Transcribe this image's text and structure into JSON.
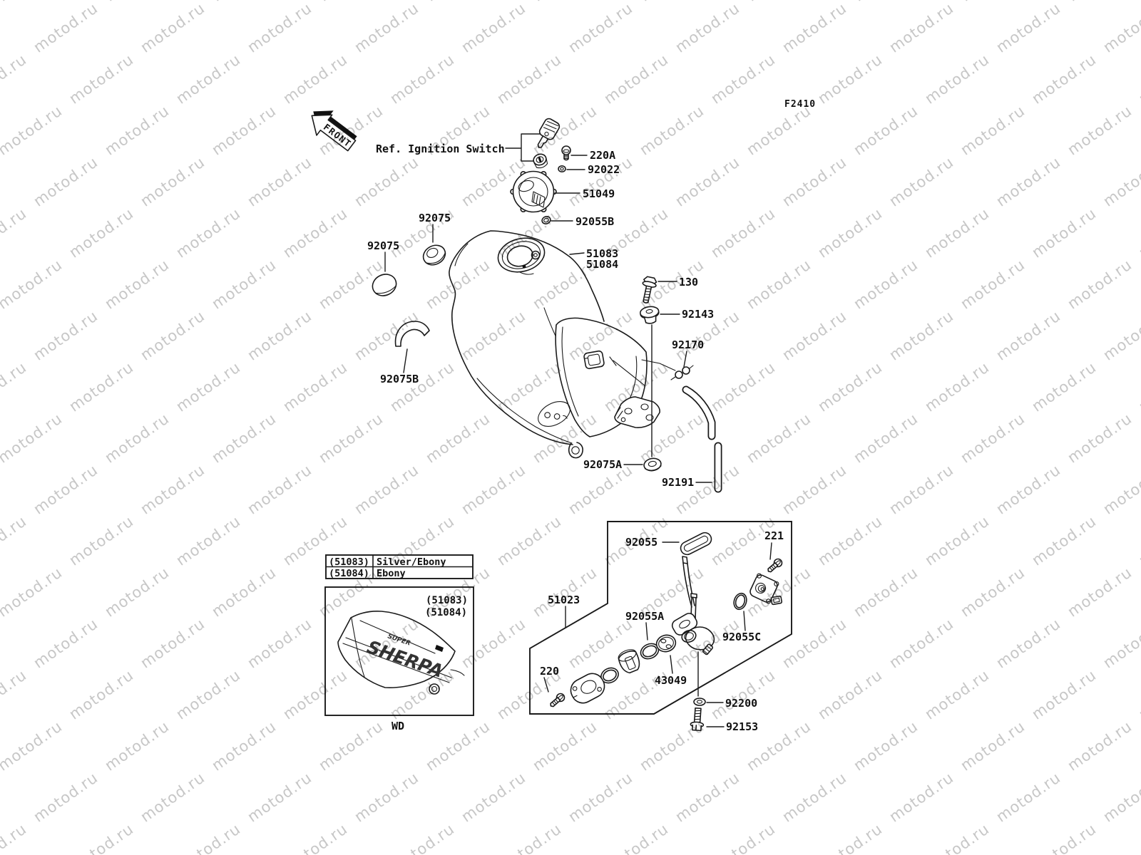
{
  "page": {
    "fiche_code": "F2410",
    "bg": "#ffffff",
    "ink": "#1a1a1a",
    "watermark": {
      "text": "motod.ru",
      "color": "#c7c7c7"
    }
  },
  "annotations": {
    "front": "FRONT",
    "ref_ignition_switch": "Ref. Ignition Switch",
    "wd": "WD"
  },
  "labels": {
    "p220a": "220A",
    "p92022": "92022",
    "p51049": "51049",
    "p92055b": "92055B",
    "p92075_right": "92075",
    "p92075_left": "92075",
    "p51083": "51083",
    "p51084": "51084",
    "p130": "130",
    "p92143": "92143",
    "p92170": "92170",
    "p92075b": "92075B",
    "p92075a": "92075A",
    "p92191": "92191",
    "p92055": "92055",
    "p221": "221",
    "p51023": "51023",
    "p92055a": "92055A",
    "p92055c": "92055C",
    "p220": "220",
    "p43049": "43049",
    "p92200": "92200",
    "p92153": "92153"
  },
  "color_table": {
    "rows": [
      {
        "ref": "(51083)",
        "color": "Silver/Ebony"
      },
      {
        "ref": "(51084)",
        "color": "Ebony"
      }
    ]
  },
  "inset": {
    "ref1": "(51083)",
    "ref2": "(51084)",
    "logo_top": "SUPER",
    "logo_main": "SHERPA"
  }
}
